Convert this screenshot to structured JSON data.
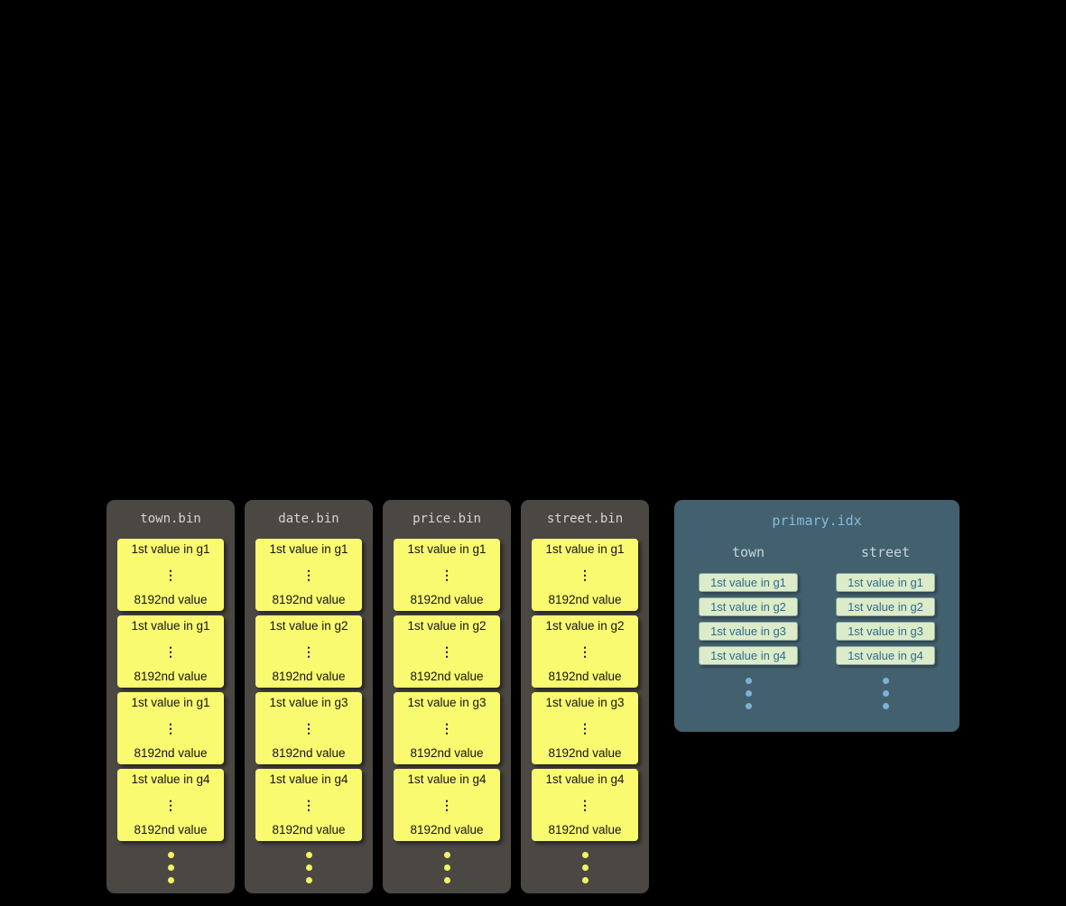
{
  "glyphs": {
    "vertical_ellipsis": "⋮"
  },
  "bins": [
    {
      "title": "town.bin",
      "granules": [
        {
          "first": "1st value in g1",
          "last": "8192nd value"
        },
        {
          "first": "1st value in g1",
          "last": "8192nd value"
        },
        {
          "first": "1st value in g1",
          "last": "8192nd value"
        },
        {
          "first": "1st value in g4",
          "last": "8192nd value"
        }
      ]
    },
    {
      "title": "date.bin",
      "granules": [
        {
          "first": "1st value in g1",
          "last": "8192nd value"
        },
        {
          "first": "1st value in g2",
          "last": "8192nd value"
        },
        {
          "first": "1st value in g3",
          "last": "8192nd value"
        },
        {
          "first": "1st value in g4",
          "last": "8192nd value"
        }
      ]
    },
    {
      "title": "price.bin",
      "granules": [
        {
          "first": "1st value in g1",
          "last": "8192nd value"
        },
        {
          "first": "1st value in g2",
          "last": "8192nd value"
        },
        {
          "first": "1st value in g3",
          "last": "8192nd value"
        },
        {
          "first": "1st value in g4",
          "last": "8192nd value"
        }
      ]
    },
    {
      "title": "street.bin",
      "granules": [
        {
          "first": "1st value in g1",
          "last": "8192nd value"
        },
        {
          "first": "1st value in g2",
          "last": "8192nd value"
        },
        {
          "first": "1st value in g3",
          "last": "8192nd value"
        },
        {
          "first": "1st value in g4",
          "last": "8192nd value"
        }
      ]
    }
  ],
  "index": {
    "title": "primary.idx",
    "columns": [
      {
        "header": "town",
        "entries": [
          "1st value in g1",
          "1st value in g2",
          "1st value in g3",
          "1st value in g4"
        ]
      },
      {
        "header": "street",
        "entries": [
          "1st value in g1",
          "1st value in g2",
          "1st value in g3",
          "1st value in g4"
        ]
      }
    ]
  },
  "colors": {
    "background": "#000000",
    "bin_panel": "#4b4844",
    "bin_title_text": "#d8d4cd",
    "granule_card": "#fafa70",
    "granule_text": "#141414",
    "continuation_dots_yellow": "#f2f266",
    "index_panel": "#43606e",
    "index_title_text": "#85bbdb",
    "index_header_text": "#c9d6dc",
    "index_chip": "#dcecc8",
    "index_chip_text": "#2f6b8e",
    "continuation_dots_blue": "#7cb2d8"
  }
}
